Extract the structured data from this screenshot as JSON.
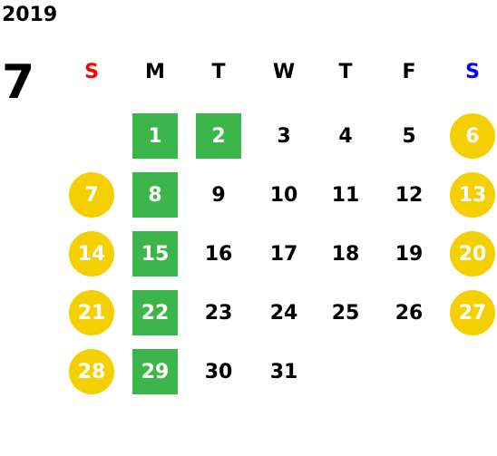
{
  "calendar": {
    "year": "2019",
    "month": "7",
    "weekdays": [
      {
        "label": "S",
        "color": "#ff0000"
      },
      {
        "label": "M",
        "color": "#000000"
      },
      {
        "label": "T",
        "color": "#000000"
      },
      {
        "label": "W",
        "color": "#000000"
      },
      {
        "label": "T",
        "color": "#000000"
      },
      {
        "label": "F",
        "color": "#000000"
      },
      {
        "label": "S",
        "color": "#0000ff"
      }
    ],
    "colors": {
      "weekend_circle": "#f5d000",
      "highlight_square": "#3cb54a",
      "marked_text": "#ffffff",
      "plain_text": "#000000"
    },
    "days": [
      {
        "date": "1",
        "col": 1,
        "row": 0,
        "style": "square"
      },
      {
        "date": "2",
        "col": 2,
        "row": 0,
        "style": "square"
      },
      {
        "date": "3",
        "col": 3,
        "row": 0,
        "style": "plain"
      },
      {
        "date": "4",
        "col": 4,
        "row": 0,
        "style": "plain"
      },
      {
        "date": "5",
        "col": 5,
        "row": 0,
        "style": "plain"
      },
      {
        "date": "6",
        "col": 6,
        "row": 0,
        "style": "circle"
      },
      {
        "date": "7",
        "col": 0,
        "row": 1,
        "style": "circle"
      },
      {
        "date": "8",
        "col": 1,
        "row": 1,
        "style": "square"
      },
      {
        "date": "9",
        "col": 2,
        "row": 1,
        "style": "plain"
      },
      {
        "date": "10",
        "col": 3,
        "row": 1,
        "style": "plain"
      },
      {
        "date": "11",
        "col": 4,
        "row": 1,
        "style": "plain"
      },
      {
        "date": "12",
        "col": 5,
        "row": 1,
        "style": "plain"
      },
      {
        "date": "13",
        "col": 6,
        "row": 1,
        "style": "circle"
      },
      {
        "date": "14",
        "col": 0,
        "row": 2,
        "style": "circle"
      },
      {
        "date": "15",
        "col": 1,
        "row": 2,
        "style": "square"
      },
      {
        "date": "16",
        "col": 2,
        "row": 2,
        "style": "plain"
      },
      {
        "date": "17",
        "col": 3,
        "row": 2,
        "style": "plain"
      },
      {
        "date": "18",
        "col": 4,
        "row": 2,
        "style": "plain"
      },
      {
        "date": "19",
        "col": 5,
        "row": 2,
        "style": "plain"
      },
      {
        "date": "20",
        "col": 6,
        "row": 2,
        "style": "circle"
      },
      {
        "date": "21",
        "col": 0,
        "row": 3,
        "style": "circle"
      },
      {
        "date": "22",
        "col": 1,
        "row": 3,
        "style": "square"
      },
      {
        "date": "23",
        "col": 2,
        "row": 3,
        "style": "plain"
      },
      {
        "date": "24",
        "col": 3,
        "row": 3,
        "style": "plain"
      },
      {
        "date": "25",
        "col": 4,
        "row": 3,
        "style": "plain"
      },
      {
        "date": "26",
        "col": 5,
        "row": 3,
        "style": "plain"
      },
      {
        "date": "27",
        "col": 6,
        "row": 3,
        "style": "circle"
      },
      {
        "date": "28",
        "col": 0,
        "row": 4,
        "style": "circle"
      },
      {
        "date": "29",
        "col": 1,
        "row": 4,
        "style": "square"
      },
      {
        "date": "30",
        "col": 2,
        "row": 4,
        "style": "plain"
      },
      {
        "date": "31",
        "col": 3,
        "row": 4,
        "style": "plain"
      }
    ]
  }
}
